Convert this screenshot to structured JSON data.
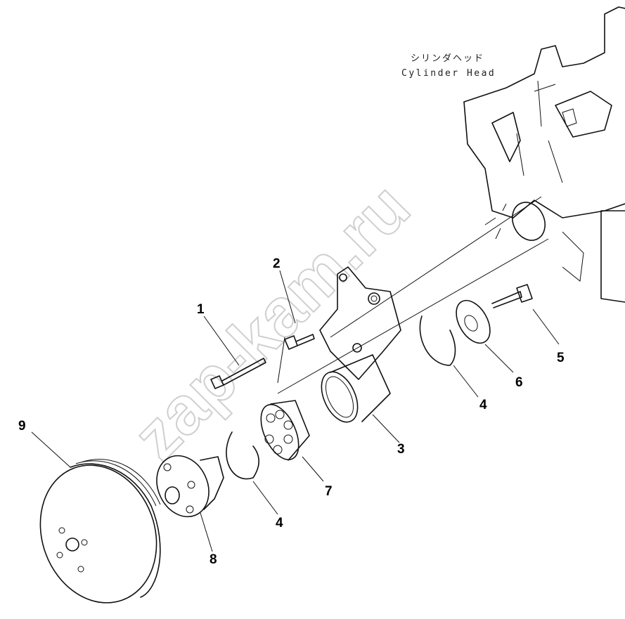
{
  "labels": {
    "cylinder_head_jp": "シリンダヘッド",
    "cylinder_head_en": "Cylinder Head"
  },
  "watermark": "zap-kam.ru",
  "callouts": [
    "1",
    "2",
    "3",
    "4",
    "5",
    "6",
    "7",
    "4",
    "8",
    "9"
  ]
}
